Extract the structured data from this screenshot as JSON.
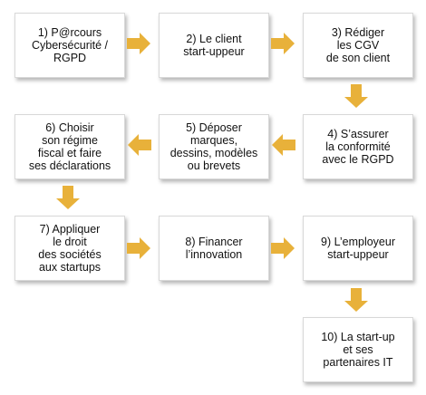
{
  "steps": [
    {
      "label": "1) P@rcours\nCybersécurité /\nRGPD"
    },
    {
      "label": "2) Le client\nstart-uppeur"
    },
    {
      "label": "3) Rédiger\nles CGV\nde son client"
    },
    {
      "label": "4) S’assurer\nla conformité\navec le RGPD"
    },
    {
      "label": "5) Déposer\nmarques,\ndessins, modèles\nou brevets"
    },
    {
      "label": "6) Choisir\nson régime\nfiscal et faire\nses déclarations"
    },
    {
      "label": "7) Appliquer\nle droit\ndes sociétés\naux startups"
    },
    {
      "label": "8) Financer\nl’innovation"
    },
    {
      "label": "9) L’employeur\nstart-uppeur"
    },
    {
      "label": "10) La start-up\net ses\npartenaires IT"
    }
  ],
  "colors": {
    "arrow": "#e8b13a",
    "border": "#d8d8d8",
    "text": "#111111"
  },
  "arrow_icon": "block-arrow"
}
